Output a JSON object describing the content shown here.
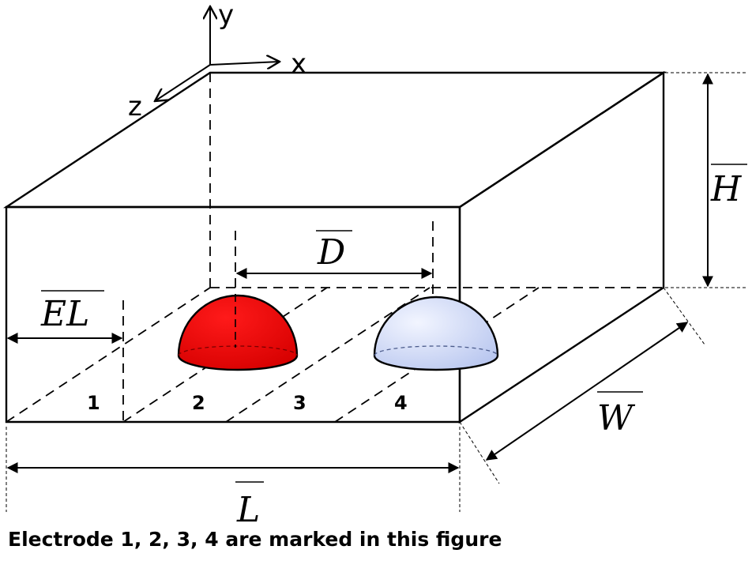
{
  "axes": {
    "x": "x",
    "y": "y",
    "z": "z"
  },
  "dimensions": {
    "H": "H",
    "W": "W",
    "L": "L",
    "D": "D",
    "EL": "EL"
  },
  "electrodes": [
    "1",
    "2",
    "3",
    "4"
  ],
  "colors": {
    "electrode_red": "#e00000",
    "electrode_blue": "#dce3f8",
    "line": "#000000"
  },
  "caption": "Electrode 1, 2, 3, 4 are marked in this figure"
}
